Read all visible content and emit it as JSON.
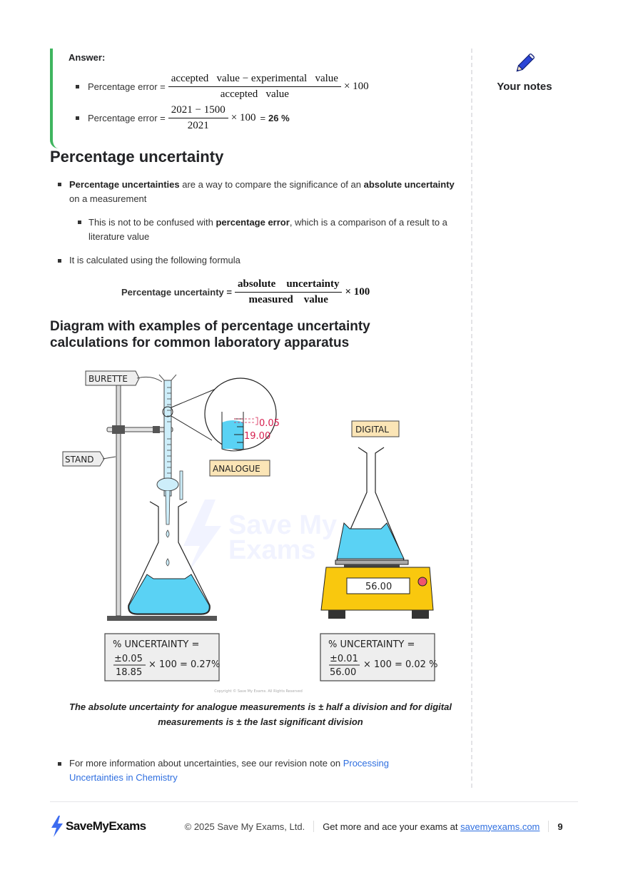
{
  "notes": {
    "label": "Your notes",
    "icon": "pencil-icon"
  },
  "answer": {
    "title": "Answer:",
    "rows": [
      {
        "label": "Percentage error =",
        "numerator": "accepted   value − experimental   value",
        "denominator": "accepted   value",
        "tail": "× 100",
        "result": ""
      },
      {
        "label": "Percentage error =",
        "numerator": "2021 − 1500",
        "denominator": "2021",
        "tail": "× 100",
        "result_prefix": "=",
        "result": "26 %"
      }
    ]
  },
  "section": {
    "title": "Percentage uncertainty",
    "bullets": [
      {
        "bold1": "Percentage uncertainties",
        "text1": " are a way to compare the significance of an ",
        "bold2": "absolute uncertainty",
        "text2": " on a measurement"
      },
      {
        "text1": "This is not to be confused with ",
        "bold1": "percentage error",
        "text2": ", which is a comparison of a result to a literature value"
      },
      {
        "text1": "It is calculated using the following formula"
      }
    ],
    "formula": {
      "label": "Percentage uncertainty =",
      "numerator": "absolute    uncertainty",
      "denominator": "measured    value",
      "tail": "× 100"
    }
  },
  "diagram": {
    "title": "Diagram with examples of percentage uncertainty calculations for common laboratory apparatus",
    "labels": {
      "burette": "BURETTE",
      "stand": "STAND",
      "analogue": "ANALOGUE",
      "digital": "DIGITAL"
    },
    "zoom_readings": {
      "half_division": "0.05",
      "reading": "19.00"
    },
    "balance_display": "56.00",
    "watermark": [
      "Save My",
      "Exams"
    ],
    "copyright": "Copyright © Save My Exams. All Rights Reserved",
    "calc_analogue": {
      "title": "% UNCERTAINTY =",
      "numerator": "±0.05",
      "denominator": "18.85",
      "tail": "× 100 = 0.27%"
    },
    "calc_digital": {
      "title": "% UNCERTAINTY =",
      "numerator": "±0.01",
      "denominator": "56.00",
      "tail": "× 100 = 0.02 %"
    },
    "caption": "The absolute uncertainty for analogue measurements is ± half a division and for digital measurements is ± the last significant division"
  },
  "more_info": {
    "text": "For more information about uncertainties, see our revision note on ",
    "link": "Processing Uncertainties in Chemistry"
  },
  "footer": {
    "brand": "SaveMyExams",
    "copyright": "© 2025 Save My Exams, Ltd.",
    "cta": "Get more and ace your exams at ",
    "cta_link": "savemyexams.com",
    "page": "9"
  },
  "colors": {
    "accent_green": "#3fb55f",
    "link_blue": "#2f6fe0",
    "liquid": "#5ad2f4",
    "label_fill": "#fbe5b6",
    "balance_yellow": "#f9c80e",
    "reading_red": "#d6204f"
  }
}
